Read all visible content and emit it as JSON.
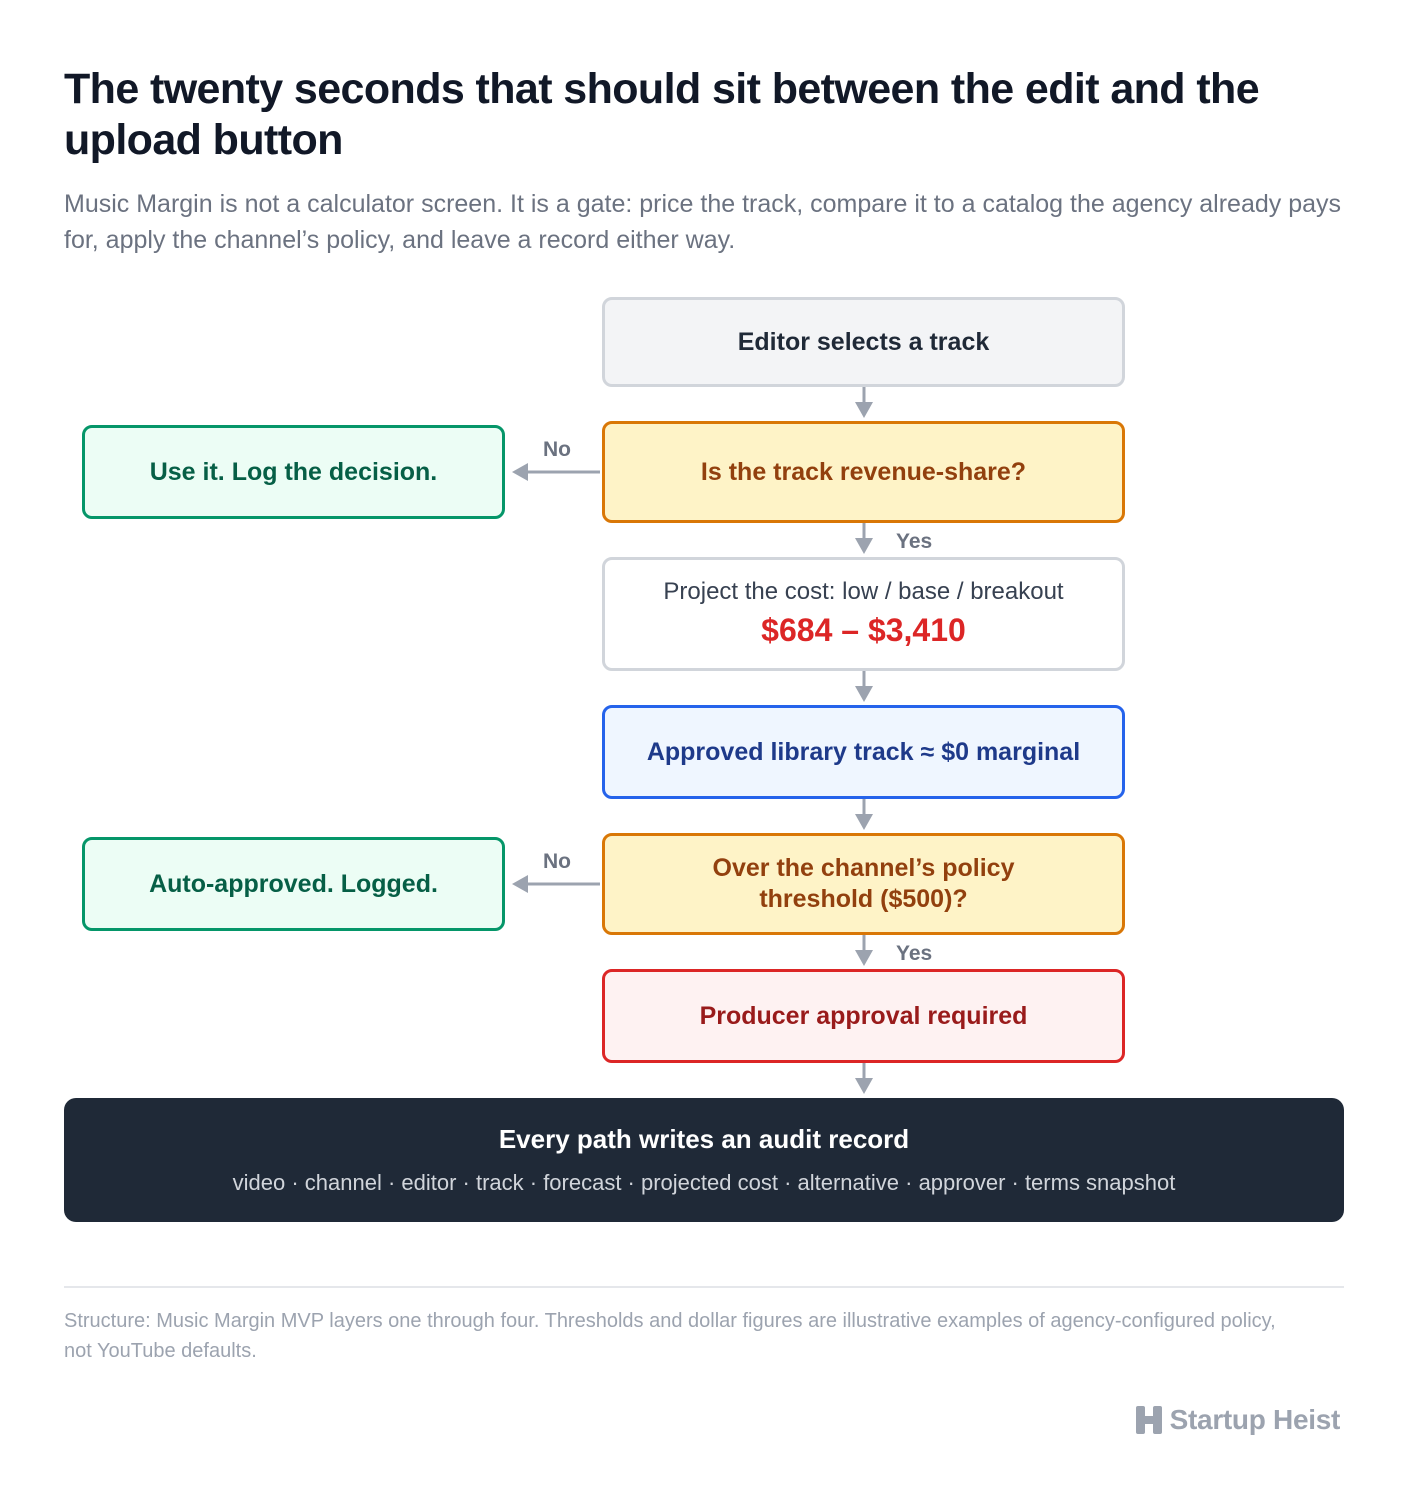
{
  "title": "The twenty seconds that should sit between the edit and the upload button",
  "subtitle": "Music Margin is not a calculator screen. It is a gate: price the track, compare it to a catalog the agency already pays for, apply the channel’s policy, and leave a record either way.",
  "flow": {
    "start": "Editor selects a track",
    "decision1": "Is the track revenue-share?",
    "decision1_no_label": "No",
    "decision1_yes_label": "Yes",
    "use_it": "Use it. Log the decision.",
    "project_cost_label": "Project the cost: low / base / breakout",
    "project_cost_range": "$684 – $3,410",
    "library": "Approved library track ≈ $0 marginal",
    "decision2_line1": "Over the channel’s policy",
    "decision2_line2": "threshold ($500)?",
    "decision2_no_label": "No",
    "decision2_yes_label": "Yes",
    "auto_approved": "Auto-approved. Logged.",
    "producer": "Producer approval required"
  },
  "audit": {
    "title": "Every path writes an audit record",
    "fields": "video · channel · editor · track · forecast · projected cost · alternative · approver · terms snapshot"
  },
  "footnote": "Structure: Music Margin MVP layers one through four. Thresholds and dollar figures are illustrative examples of agency-configured policy, not YouTube defaults.",
  "brand": {
    "name": "Startup Heist",
    "logo_icon": "h-logo-icon"
  },
  "colors": {
    "amber": "#d97706",
    "green": "#059669",
    "blue": "#2563eb",
    "red": "#dc2626",
    "dark": "#1f2937"
  }
}
